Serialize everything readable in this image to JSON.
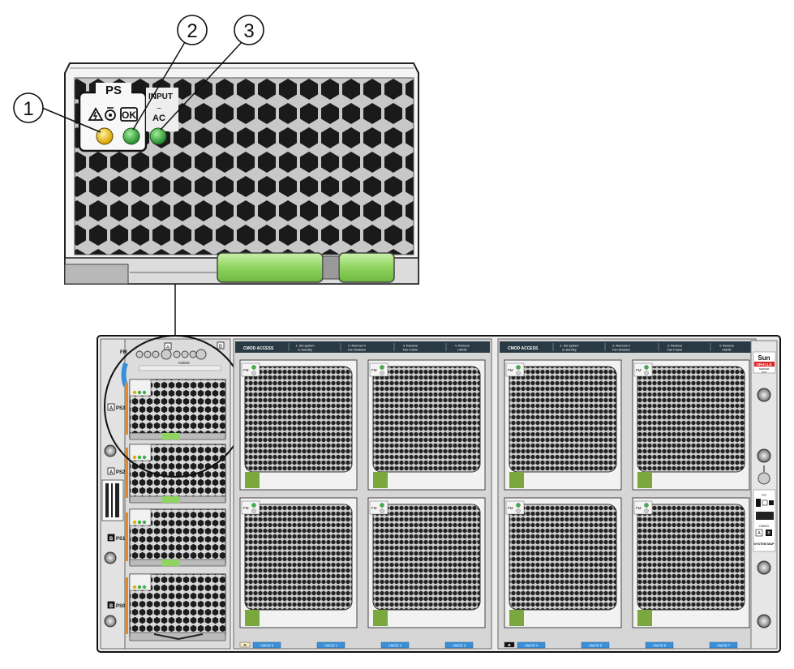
{
  "callouts": [
    {
      "number": "1"
    },
    {
      "number": "2"
    },
    {
      "number": "3"
    }
  ],
  "psu_detail": {
    "ps_label": "PS",
    "input_label": "INPUT",
    "ok_label": "OK",
    "ac_label": "AC",
    "leds": {
      "fault": "#f2c21b",
      "ok": "#3fb14a",
      "ac": "#3fb14a"
    },
    "handle_color": "#8fd45f"
  },
  "chassis": {
    "fm_label": "FM",
    "cmod_label": "CMOD",
    "left_col_labels": [
      "FM",
      "A",
      "B"
    ],
    "ps_slots": [
      {
        "tag": "A",
        "label": "PS3"
      },
      {
        "tag": "A",
        "label": "PS2"
      },
      {
        "tag": "B",
        "label": "PS1"
      },
      {
        "tag": "B",
        "label": "PS0"
      }
    ],
    "banners": [
      {
        "title": "CMOD ACCESS",
        "steps": [
          "1. Set system to standby",
          "2. Remove 4 Fan Modules",
          "3. Remove Fan Frame",
          "4. Remove CMOD"
        ]
      },
      {
        "title": "CMOD ACCESS",
        "steps": [
          "1. Set system to standby",
          "2. Remove 4 Fan Modules",
          "3. Remove Fan Frame",
          "4. Remove CMOD"
        ]
      }
    ],
    "cmod_labels": [
      "CMOD 0",
      "CMOD 1",
      "CMOD 2",
      "CMOD 3",
      "CMOD 4",
      "CMOD 5",
      "CMOD 6",
      "CMOD 7"
    ],
    "cmod_tags": [
      "A",
      "B"
    ],
    "brand": {
      "logo": "Sun",
      "vendor": "ORACLE",
      "model": "SERVER",
      "model_sub": "X7-8"
    },
    "map": {
      "ps_label": "PS",
      "cmod_label": "CMOD",
      "system_map": "SYSTEM MAP",
      "tags": [
        "A",
        "B"
      ]
    }
  },
  "colors": {
    "fan_green": "#7aa83c",
    "label_blue": "#3a8fd8",
    "banner": "#2a3a44"
  }
}
